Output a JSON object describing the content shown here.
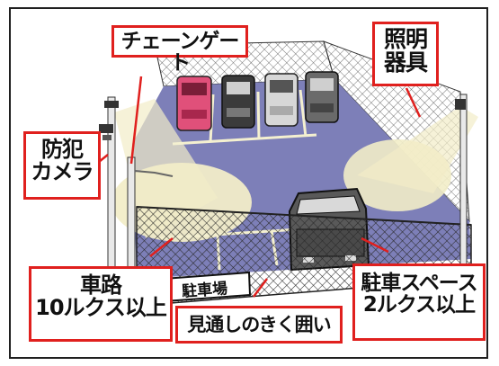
{
  "labels": {
    "chain_gate": "チェーンゲート",
    "lighting": [
      "照明",
      "器具"
    ],
    "camera": [
      "防犯",
      "カメラ"
    ],
    "road": [
      "車路",
      "10ルクス以上"
    ],
    "fence": "見通しのきく囲い",
    "parking_space": [
      "駐車スペース",
      "2ルクス以上"
    ],
    "sign": "駐車場"
  },
  "colors": {
    "label_border": "#e0201e",
    "ground": "#7d7fb8",
    "light_beam": "#f2edc8",
    "fence_mesh": "#333333",
    "car_pink": "#e0507a"
  }
}
